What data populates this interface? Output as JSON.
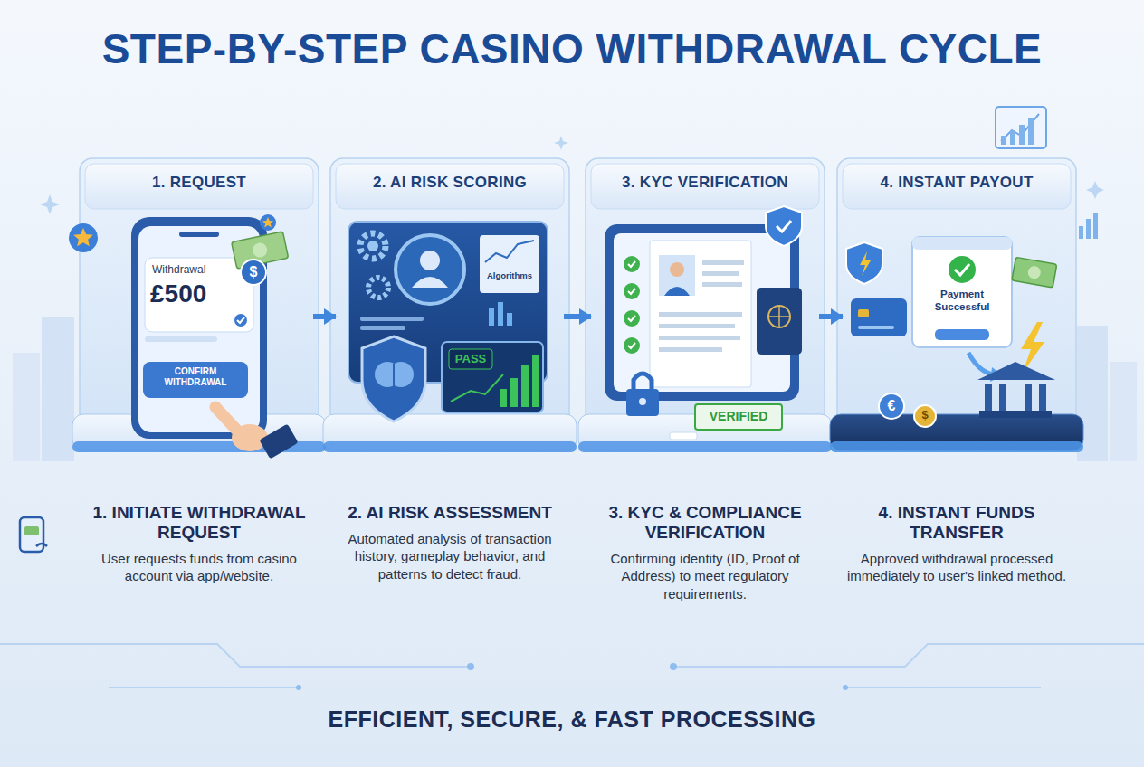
{
  "diagram": {
    "title": "STEP-BY-STEP CASINO WITHDRAWAL CYCLE",
    "caption": "EFFICIENT, SECURE, & FAST PROCESSING",
    "nodes": [
      {
        "text": [
          "1. REQUEST",
          "1. INITIATE WITHDRAWAL REQUEST",
          "User requests funds from casino account via app/website."
        ]
      },
      {
        "text": [
          "2. AI RISK SCORING",
          "2. AI RISK ASSESSMENT",
          "Automated analysis of transaction history, gameplay behavior, and patterns to detect fraud."
        ]
      },
      {
        "text": [
          "3. KYC VERIFICATION",
          "3. KYC & COMPLIANCE VERIFICATION",
          "Confirming identity (ID, Proof of Address) to meet regulatory requirements."
        ]
      },
      {
        "text": [
          "4. INSTANT PAYOUT",
          "4. INSTANT FUNDS TRANSFER",
          "Approved withdrawal processed immediately to user's linked method."
        ]
      }
    ],
    "edges": [
      {
        "from": 0,
        "to": 1,
        "arrow": "to"
      },
      {
        "from": 1,
        "to": 2,
        "arrow": "to"
      },
      {
        "from": 2,
        "to": 3,
        "arrow": "to"
      }
    ],
    "labels": [
      "Withdrawal",
      "£500",
      "$",
      "CONFIRM WITHDRAWAL",
      "Algorithms",
      "PASS",
      "VERIFIED",
      "Payment Successful",
      "€",
      "$"
    ]
  }
}
